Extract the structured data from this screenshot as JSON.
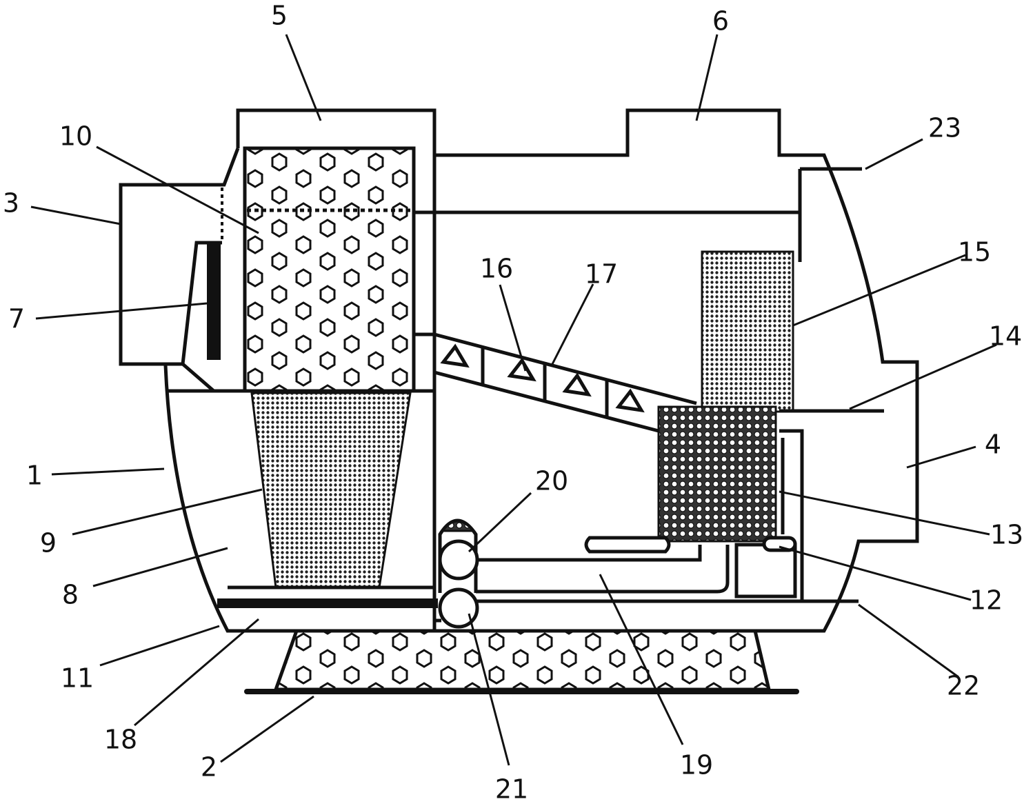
{
  "diagram": {
    "labels": [
      "1",
      "2",
      "3",
      "4",
      "5",
      "6",
      "7",
      "8",
      "9",
      "10",
      "11",
      "12",
      "13",
      "14",
      "15",
      "16",
      "17",
      "18",
      "19",
      "20",
      "21",
      "22",
      "23"
    ],
    "colors": {
      "stroke": "#111111",
      "background": "#ffffff"
    }
  }
}
